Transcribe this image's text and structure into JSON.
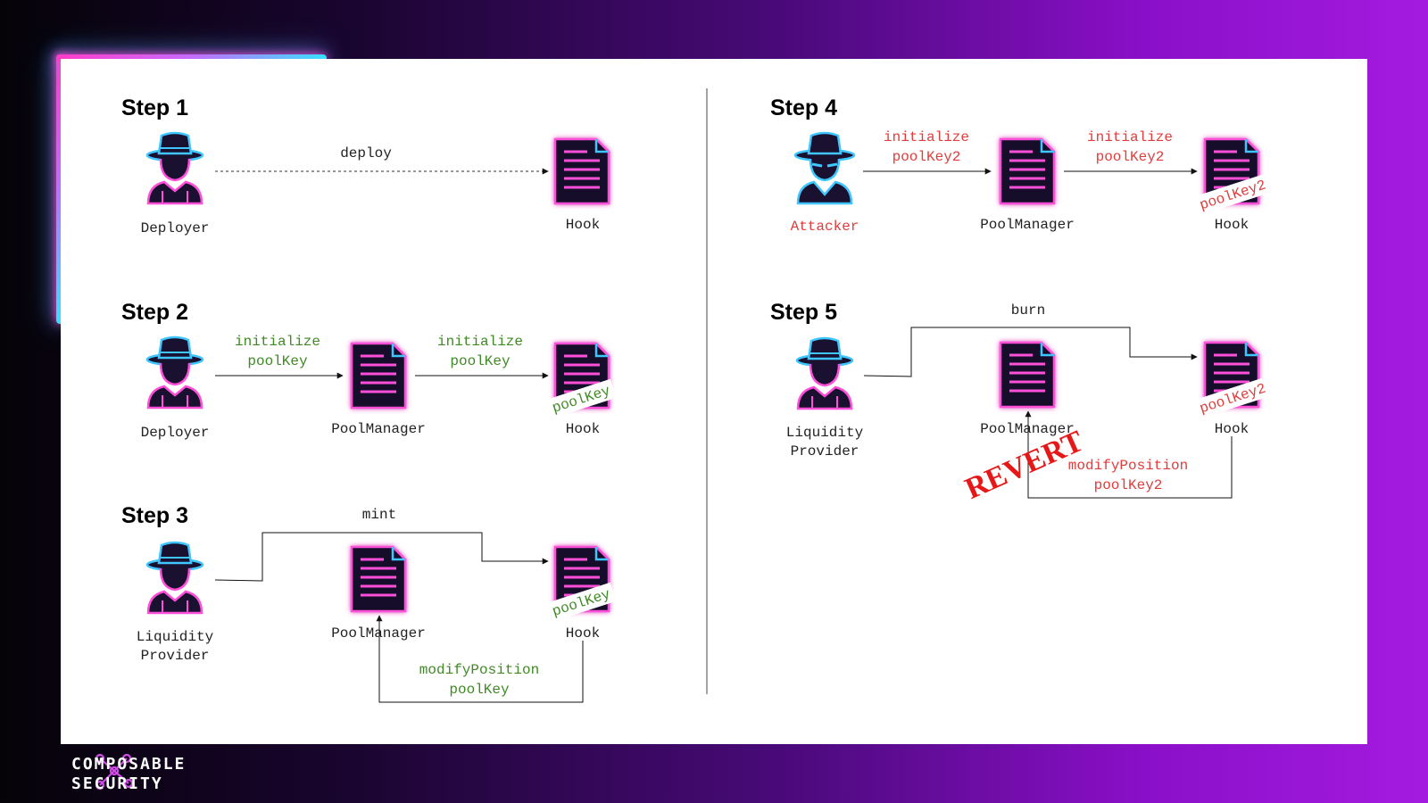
{
  "brand": {
    "line1": "COMPOSABLE",
    "line2": "SECURITY"
  },
  "colors": {
    "green": "#3f8a24",
    "red": "#e23b3b",
    "revert": "#e81717",
    "neon_pink": "#ff3cc8",
    "neon_cyan": "#38e1ff"
  },
  "icons": {
    "actor": "hat-person-icon",
    "contract": "document-icon",
    "brand": "network-nodes-icon"
  },
  "step1": {
    "title": "Step 1",
    "actor": "Deployer",
    "arrow": "deploy",
    "target": "Hook"
  },
  "step2": {
    "title": "Step 2",
    "actor": "Deployer",
    "arrow1_line1": "initialize",
    "arrow1_line2": "poolKey",
    "manager": "PoolManager",
    "arrow2_line1": "initialize",
    "arrow2_line2": "poolKey",
    "target": "Hook",
    "stamp": "poolKey"
  },
  "step3": {
    "title": "Step 3",
    "actor_line1": "Liquidity",
    "actor_line2": "Provider",
    "arrow": "mint",
    "manager": "PoolManager",
    "target": "Hook",
    "stamp": "poolKey",
    "callback_line1": "modifyPosition",
    "callback_line2": "poolKey"
  },
  "step4": {
    "title": "Step 4",
    "actor": "Attacker",
    "arrow1_line1": "initialize",
    "arrow1_line2": "poolKey2",
    "manager": "PoolManager",
    "arrow2_line1": "initialize",
    "arrow2_line2": "poolKey2",
    "target": "Hook",
    "stamp": "poolKey2"
  },
  "step5": {
    "title": "Step 5",
    "actor_line1": "Liquidity",
    "actor_line2": "Provider",
    "arrow": "burn",
    "manager": "PoolManager",
    "target": "Hook",
    "stamp": "poolKey2",
    "callback_line1": "modifyPosition",
    "callback_line2": "poolKey2",
    "revert": "REVERT"
  }
}
